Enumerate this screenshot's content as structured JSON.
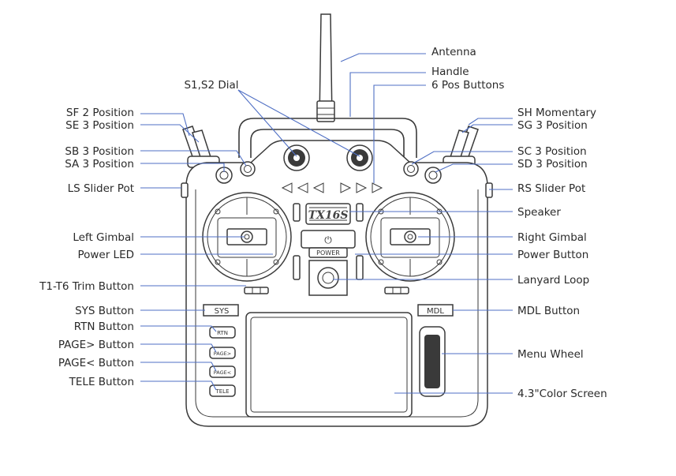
{
  "labels": {
    "antenna": "Antenna",
    "handle": "Handle",
    "six_pos_buttons": "6 Pos Buttons",
    "s1s2_dial": "S1,S2 Dial",
    "sf_2_position": "SF 2 Position",
    "se_3_position": "SE 3 Position",
    "sb_3_position": "SB 3 Position",
    "sa_3_position": "SA 3 Position",
    "ls_slider_pot": "LS Slider Pot",
    "sh_momentary": "SH Momentary",
    "sg_3_position": "SG 3 Position",
    "sc_3_position": "SC 3 Position",
    "sd_3_position": "SD 3 Position",
    "rs_slider_pot": "RS Slider Pot",
    "speaker": "Speaker",
    "left_gimbal": "Left Gimbal",
    "right_gimbal": "Right Gimbal",
    "power_led": "Power LED",
    "power_button": "Power Button",
    "lanyard_loop": "Lanyard Loop",
    "trim_button": "T1-T6 Trim Button",
    "sys_button": "SYS Button",
    "mdl_button": "MDL Button",
    "rtn_button": "RTN Button",
    "page_next_button": "PAGE> Button",
    "page_prev_button": "PAGE< Button",
    "tele_button": "TELE Button",
    "menu_wheel": "Menu Wheel",
    "color_screen": "4.3\"Color Screen"
  },
  "device_text": {
    "model": "TX16S",
    "power": "POWER",
    "sys": "SYS",
    "mdl": "MDL",
    "rtn": "RTN",
    "page_next": "PAGE>",
    "page_prev": "PAGE<",
    "tele": "TELE"
  },
  "icons": {
    "power": "power-symbol-icon"
  },
  "colors": {
    "leader_line": "#4f6fc4",
    "outline": "#3a3a3a",
    "label_text": "#2a2a2a"
  }
}
